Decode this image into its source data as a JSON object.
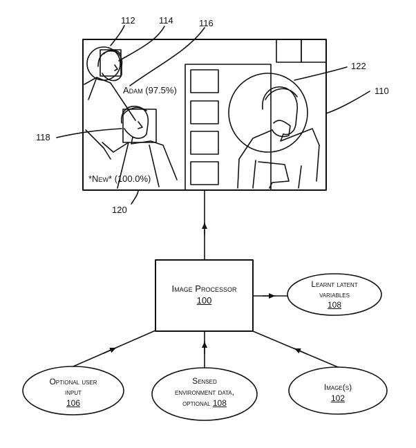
{
  "refs": {
    "r112": "112",
    "r114": "114",
    "r116": "116",
    "r118": "118",
    "r120": "120",
    "r122": "122",
    "r110": "110"
  },
  "screen": {
    "face_label_1": "Adam (97.5%)",
    "face_label_2": "*New* (100.0%)"
  },
  "processor": {
    "title": "Image Processor",
    "number": "100"
  },
  "latent": {
    "line1": "Learnt latent",
    "line2": "variables",
    "number": "108"
  },
  "user_input": {
    "line1": "Optional user",
    "line2": "input",
    "number": "106"
  },
  "sensed": {
    "line1": "Sensed",
    "line2": "environment data,",
    "line3": "optional",
    "number": "108"
  },
  "images": {
    "line1": "Image(s)",
    "number": "102"
  }
}
